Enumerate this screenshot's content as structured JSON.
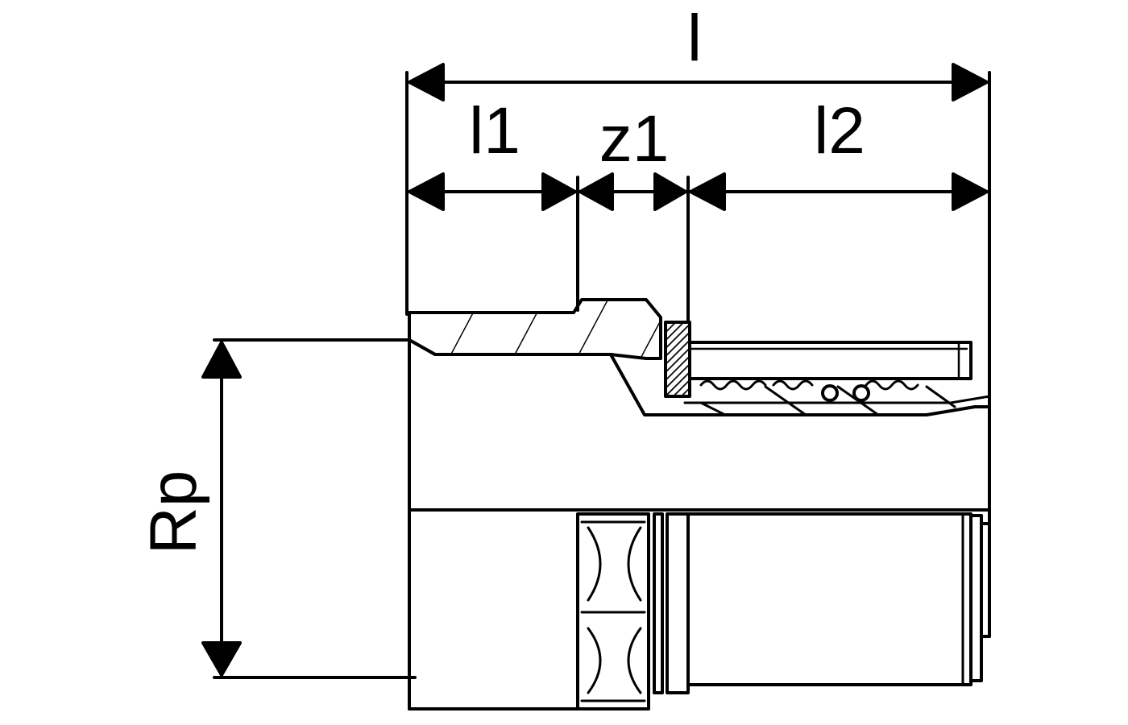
{
  "drawing": {
    "background": "#ffffff",
    "stroke_color": "#000000",
    "dimensions": {
      "overall_length": "l",
      "length_1": "l1",
      "offset": "z1",
      "length_2": "l2",
      "thread": "Rp"
    }
  }
}
